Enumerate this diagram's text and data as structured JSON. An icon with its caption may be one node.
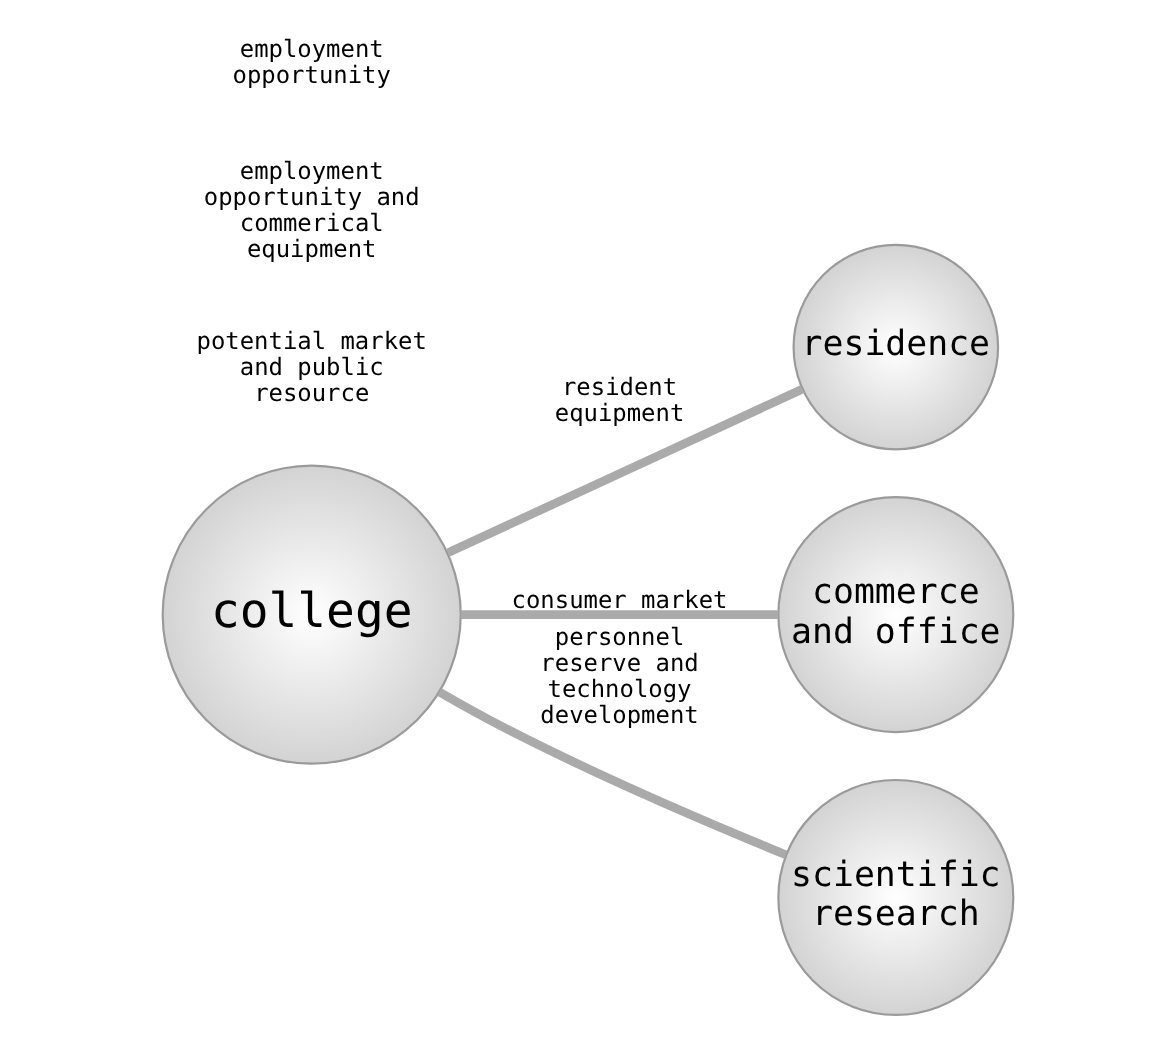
{
  "diagram": {
    "nodes": [
      {
        "text": [
          "residence"
        ]
      },
      {
        "text": [
          "college"
        ]
      },
      {
        "text": [
          "commerce and office"
        ]
      },
      {
        "text": [
          "scientific research"
        ]
      }
    ],
    "edges": [
      {
        "from": 1,
        "to": 0,
        "arrow": "none",
        "label": "resident equipment"
      },
      {
        "from": 1,
        "to": 2,
        "arrow": "none",
        "label": "consumer market"
      },
      {
        "from": 1,
        "to": 3,
        "arrow": "none",
        "label": "personnel reserve and technology development"
      }
    ],
    "labels": [
      "potential market and public resource",
      "employment opportunity and commerical equipment",
      "employment opportunity"
    ]
  }
}
